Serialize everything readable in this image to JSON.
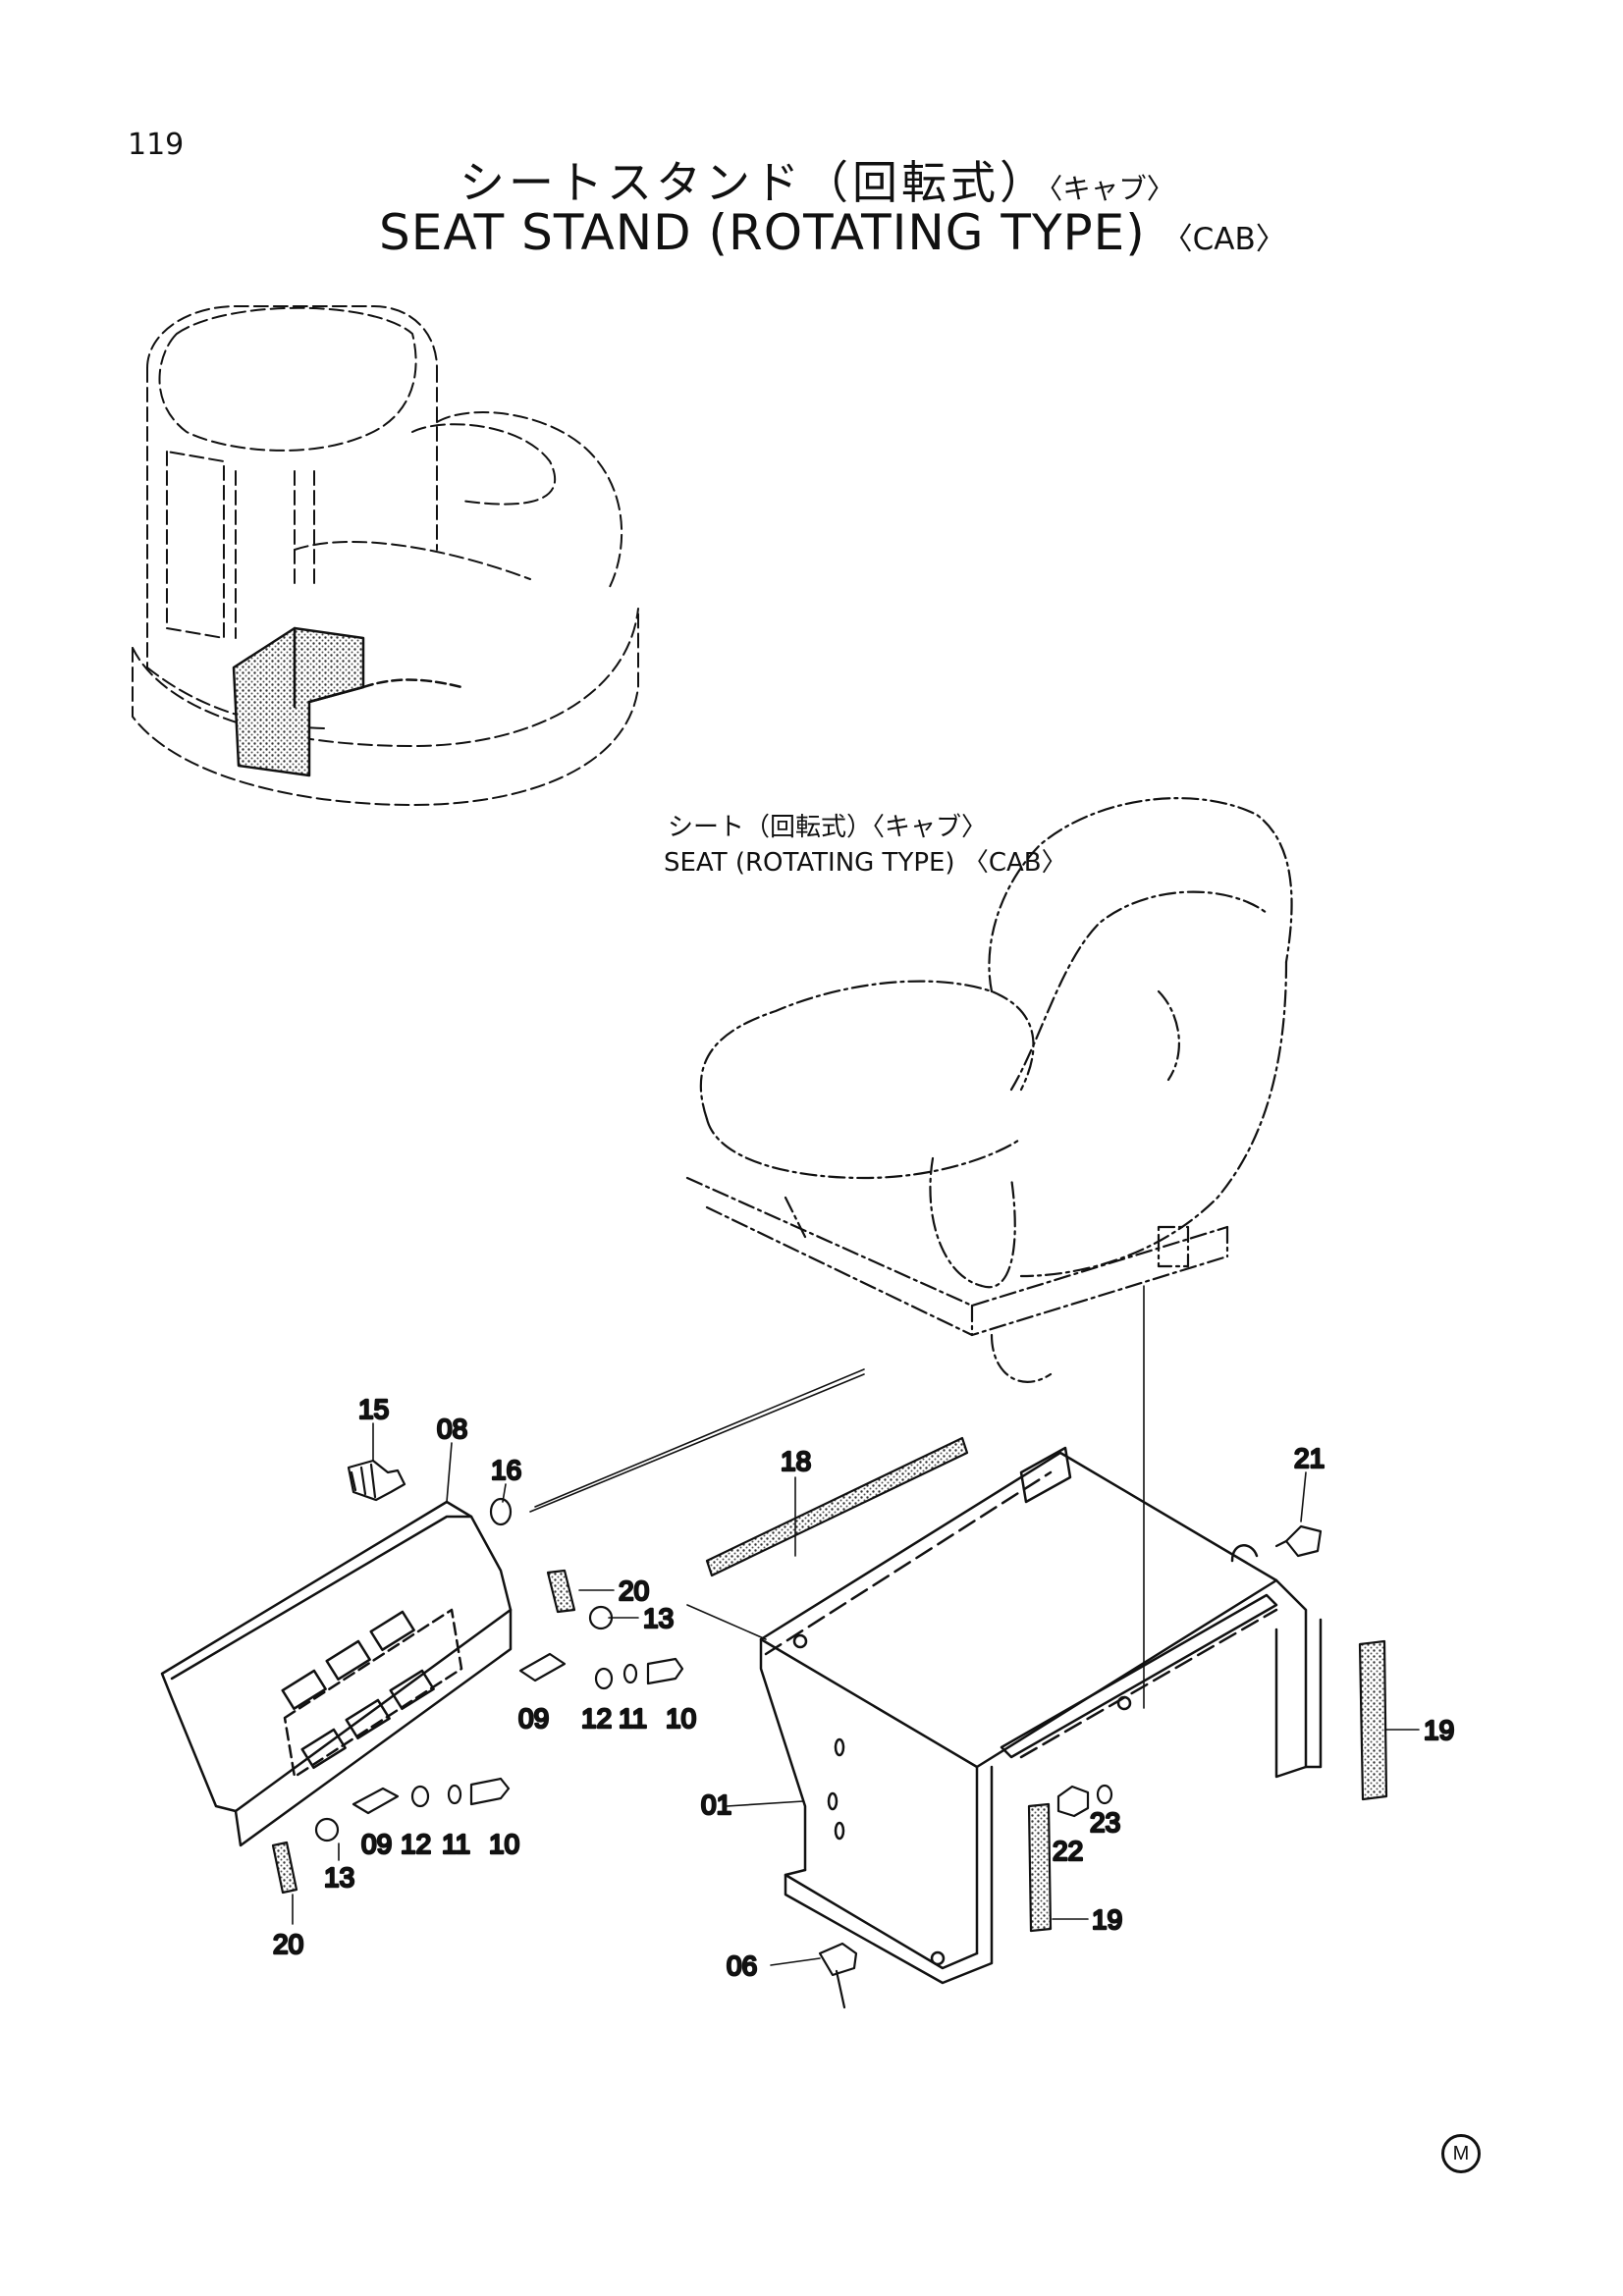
{
  "page_number": "119",
  "title": {
    "jp_main": "シートスタンド（回転式）",
    "jp_suffix": "〈キャブ〉",
    "en_main": "SEAT STAND (ROTATING TYPE)",
    "en_suffix": "〈CAB〉"
  },
  "seat_label": {
    "jp": "シート（回転式）〈キャブ〉",
    "en": "SEAT (ROTATING TYPE) 〈CAB〉"
  },
  "mark": "M",
  "callouts": {
    "c15": "15",
    "c08": "08",
    "c16": "16",
    "c18": "18",
    "c21": "21",
    "c20a": "20",
    "c13a": "13",
    "c09a": "09",
    "c12a": "12",
    "c11a": "11",
    "c10a": "10",
    "c19a": "19",
    "c01": "01",
    "c09b": "09",
    "c12b": "12",
    "c11b": "11",
    "c10b": "10",
    "c13b": "13",
    "c20b": "20",
    "c22": "22",
    "c23": "23",
    "c19b": "19",
    "c06": "06"
  }
}
